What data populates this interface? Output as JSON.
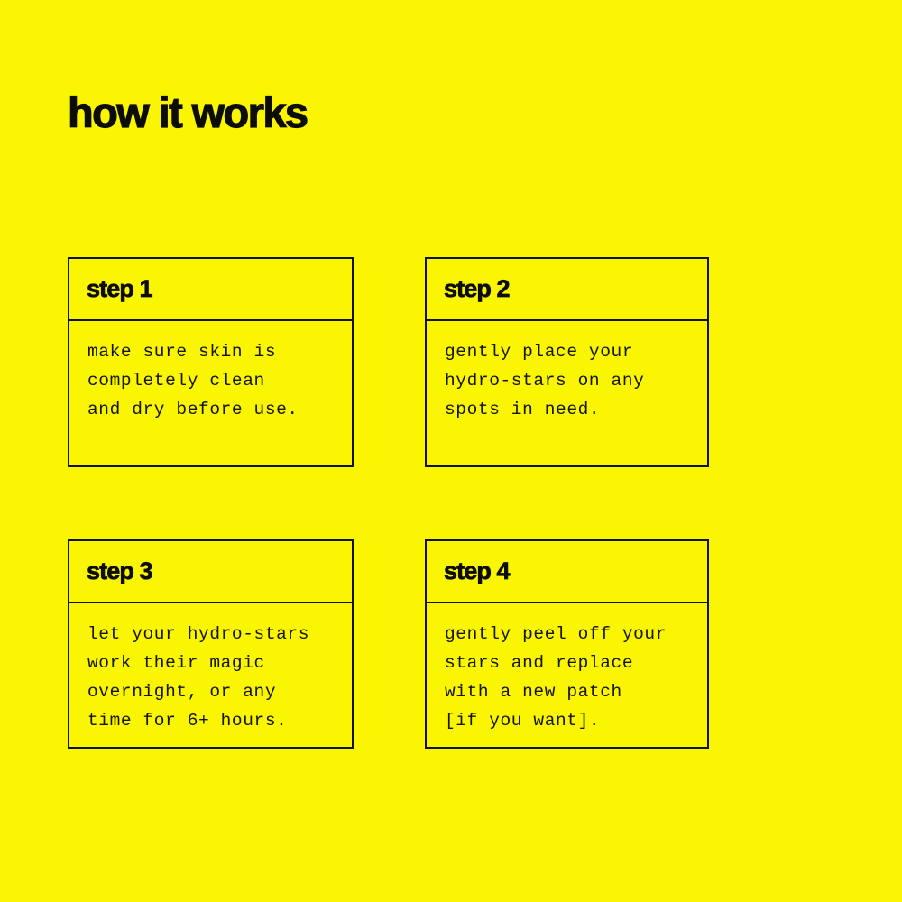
{
  "page": {
    "background_color": "#faf500",
    "ink_color": "#111108",
    "title": "how it works"
  },
  "steps": [
    {
      "header": "step 1",
      "body": "make sure skin is\ncompletely clean\nand dry before use."
    },
    {
      "header": "step 2",
      "body": "gently place your\nhydro-stars on any\nspots in need."
    },
    {
      "header": "step 3",
      "body": "let your hydro-stars\nwork their magic\novernight, or any\ntime for 6+ hours."
    },
    {
      "header": "step 4",
      "body": "gently peel off your\nstars and replace\nwith a new patch\n[if you want]."
    }
  ]
}
